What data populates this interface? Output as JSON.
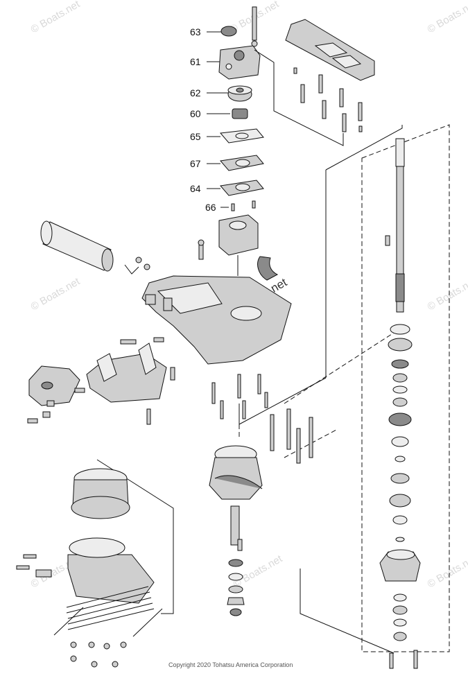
{
  "callouts": [
    {
      "id": "63"
    },
    {
      "id": "61"
    },
    {
      "id": "62"
    },
    {
      "id": "60"
    },
    {
      "id": "65"
    },
    {
      "id": "67"
    },
    {
      "id": "64"
    },
    {
      "id": "66"
    }
  ],
  "watermark": {
    "text": "© Boats.net",
    "center_text": "© Boats.net"
  },
  "copyright": "Copyright 2020 Tohatsu America Corporation"
}
